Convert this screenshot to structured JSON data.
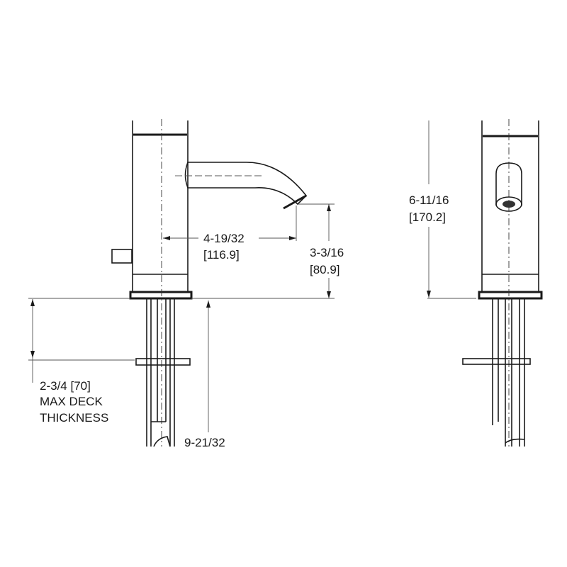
{
  "drawing": {
    "side_view": {
      "spout_reach": {
        "inches": "4-19/32",
        "mm": "[116.9]"
      },
      "spout_height": {
        "inches": "3-3/16",
        "mm": "[80.9]"
      },
      "deck_thickness": {
        "value": "2-3/4  [70]",
        "line2": "MAX  DECK",
        "line3": "THICKNESS"
      },
      "shank_length": {
        "inches": "9-21/32"
      }
    },
    "front_view": {
      "body_height": {
        "inches": "6-11/16",
        "mm": "[170.2]"
      }
    }
  }
}
